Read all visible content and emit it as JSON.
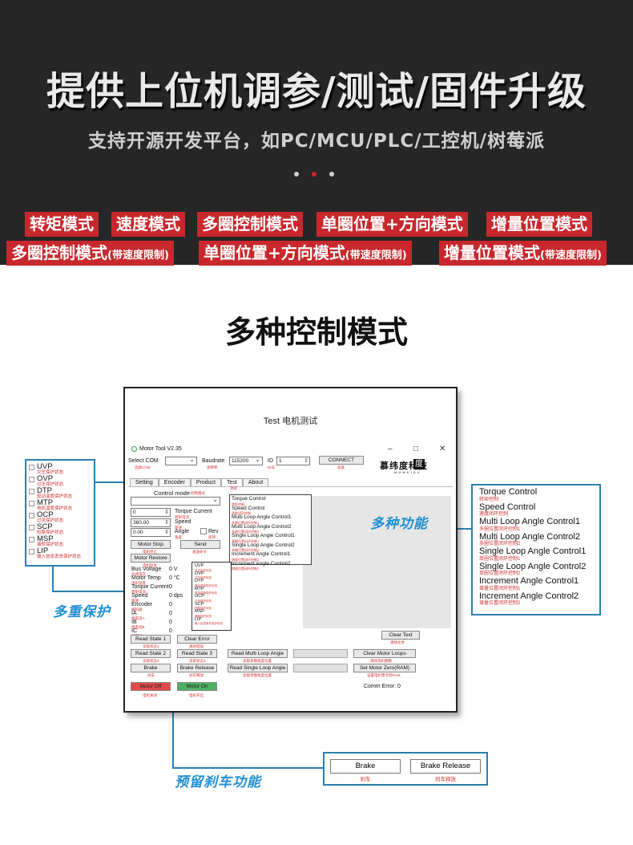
{
  "header": {
    "title": "提供上位机调参/测试/固件升级",
    "subtitle": "支持开源开发平台，如PC/MCU/PLC/工控机/树莓派"
  },
  "colors": {
    "dark_bg": "#262626",
    "accent_red": "#c8282d",
    "callout_blue": "#1f8fd2",
    "frame_blue": "#2a7fb2"
  },
  "tags_row1": [
    "转矩模式",
    "速度模式",
    "多圈控制模式",
    "单圈位置+方向模式",
    "增量位置模式"
  ],
  "tags_row2": [
    {
      "label": "多圈控制模式",
      "note": "(带速度限制)"
    },
    {
      "label": "单圈位置+方向模式",
      "note": "(带速度限制)"
    },
    {
      "label": "增量位置模式",
      "note": "(带速度限制)"
    }
  ],
  "section_title": "多种控制模式",
  "window": {
    "caption": "Test 电机测试",
    "app_title": "Motor Tool V2.35",
    "select_com": "Select COM",
    "select_com_cn": "选择COM",
    "baudrate": "Baudrate",
    "baudrate_cn": "波特率",
    "baud_value": "115200",
    "id_label": "ID",
    "id_cn": "ID号",
    "id_value": "1",
    "connect": "CONNECT",
    "connect_cn": "连接",
    "logo_cn": "慕纬度科技",
    "logo_mark": "度",
    "logo_en": "MUWEIDU",
    "tabs": [
      "Setting",
      "Encoder",
      "Product",
      "Test",
      "About"
    ],
    "test_cn": "测试",
    "control_mode": "Control mode",
    "control_mode_cn": "控制模式",
    "torque_value": "0",
    "torque_current": "Torque Current",
    "torque_cn": "转矩电流",
    "speed_value": "360.00",
    "speed": "Speed",
    "speed_cn": "转速",
    "angle_value": "0.00",
    "angle": "Angle",
    "angle_cn": "角度",
    "rev": "Rev",
    "rev_cn": "反转",
    "motor_stop": "Motor Stop",
    "motor_stop_cn": "电机停止",
    "send": "Send",
    "send_cn": "发送命令",
    "motor_restore": "Motor Restore",
    "motor_restore_cn": "电机恢复",
    "dropdown": [
      {
        "en": "Torque Control",
        "cn": "转矩控制"
      },
      {
        "en": "Speed Control",
        "cn": "速度闭环控制"
      },
      {
        "en": "Multi Loop Angle Control1",
        "cn": "多圈位置闭环控制1"
      },
      {
        "en": "Multi Loop Angle Control2",
        "cn": "多圈位置闭环控制2"
      },
      {
        "en": "Single Loop Angle Control1",
        "cn": "单圈位置闭环控制1"
      },
      {
        "en": "Single Loop Angle Control2",
        "cn": "单圈位置闭环控制2"
      },
      {
        "en": "Increment Angle Control1",
        "cn": "增量位置闭环控制1"
      },
      {
        "en": "Increment Angle Control2",
        "cn": "增量位置闭环控制2"
      }
    ],
    "status": [
      {
        "label": "Bus Voltage",
        "cn": "总线电压",
        "value": "0 V"
      },
      {
        "label": "Motor Temp",
        "cn": "电机温度",
        "value": "0 °C"
      },
      {
        "label": "Torque Current",
        "cn": "转矩电流",
        "value": "0"
      },
      {
        "label": "Speed",
        "cn": "转速",
        "value": "0 dps"
      },
      {
        "label": "Encoder",
        "cn": "编码器",
        "value": "0"
      },
      {
        "label": "IA",
        "cn": "相电流A",
        "value": "0"
      },
      {
        "label": "IB",
        "cn": "相电流B",
        "value": "0"
      },
      {
        "label": "IC",
        "cn": "相电流C",
        "value": "0"
      }
    ],
    "speed_unit_cn": "电机运行",
    "overlay": [
      {
        "en": "UVP",
        "cn": "欠压保护状态"
      },
      {
        "en": "OVP",
        "cn": "过压保护状态"
      },
      {
        "en": "DTP",
        "cn": "驱动温度保护状态"
      },
      {
        "en": "MTP",
        "cn": "电机温度保护状态"
      },
      {
        "en": "OCP",
        "cn": "过流保护状态"
      },
      {
        "en": "SCP",
        "cn": "短路保护状态"
      },
      {
        "en": "MSP",
        "cn": "堵转保护状态"
      },
      {
        "en": "LIP",
        "cn": "输入信息丢失保护状态"
      }
    ],
    "clear_text": "Clear Text",
    "clear_text_cn": "清除文本",
    "read_state1": "Read State 1",
    "read_state1_cn": "读取状态1",
    "clear_error": "Clear Error",
    "clear_error_cn": "清除错误",
    "read_state2": "Read State 2",
    "read_state2_cn": "读取状态2",
    "read_state3": "Read State 3",
    "read_state3_cn": "读取状态3",
    "read_multi": "Read Multi Loop Angle",
    "read_multi_cn": "读取多圈角度位置",
    "clear_loops": "Clear Motor Loops",
    "clear_loops_cn": "清除电机圈数",
    "brake": "Brake",
    "brake_cn": "刹车",
    "brake_release": "Brake Release",
    "brake_release_cn": "刹车释放",
    "read_single": "Read Single Loop Angle",
    "read_single_cn": "读取单圈角度位置",
    "set_zero": "Set Motor Zero(RAM)",
    "set_zero_cn": "设置电机零点到RAM",
    "motor_off": "Motor Off",
    "motor_off_cn": "电机关闭",
    "motor_on": "Motor On",
    "motor_on_cn": "电机开启",
    "comm_error": "Comm Error:  0"
  },
  "protect_box": [
    {
      "en": "UVP",
      "cn": "欠压保护状态"
    },
    {
      "en": "OVP",
      "cn": "过压保护状态"
    },
    {
      "en": "DTP",
      "cn": "驱动温度保护状态"
    },
    {
      "en": "MTP",
      "cn": "电机温度保护状态"
    },
    {
      "en": "OCP",
      "cn": "过流保护状态"
    },
    {
      "en": "SCP",
      "cn": "短路保护状态"
    },
    {
      "en": "MSP",
      "cn": "堵转保护状态"
    },
    {
      "en": "LIP",
      "cn": "输入信息丢失保护状态"
    }
  ],
  "callouts": {
    "multi_protect": "多重保护",
    "multi_function": "多种功能",
    "brake_function": "预留刹车功能"
  },
  "right_box": [
    {
      "en": "Torque Control",
      "cn": "转矩控制"
    },
    {
      "en": "Speed Control",
      "cn": "速度闭环控制"
    },
    {
      "en": "Multi Loop Angle Control1",
      "cn": "多圈位置闭环控制1"
    },
    {
      "en": "Multi Loop Angle Control2",
      "cn": "多圈位置闭环控制2"
    },
    {
      "en": "Single Loop Angle Control1",
      "cn": "单圈位置闭环控制1"
    },
    {
      "en": "Single Loop Angle Control2",
      "cn": "单圈位置闭环控制2"
    },
    {
      "en": "Increment Angle Control1",
      "cn": "增量位置闭环控制1"
    },
    {
      "en": "Increment Angle Control2",
      "cn": "增量位置闭环控制2"
    }
  ],
  "brake_box": {
    "brake": "Brake",
    "brake_cn": "刹车",
    "release": "Brake Release",
    "release_cn": "刹车释放"
  }
}
